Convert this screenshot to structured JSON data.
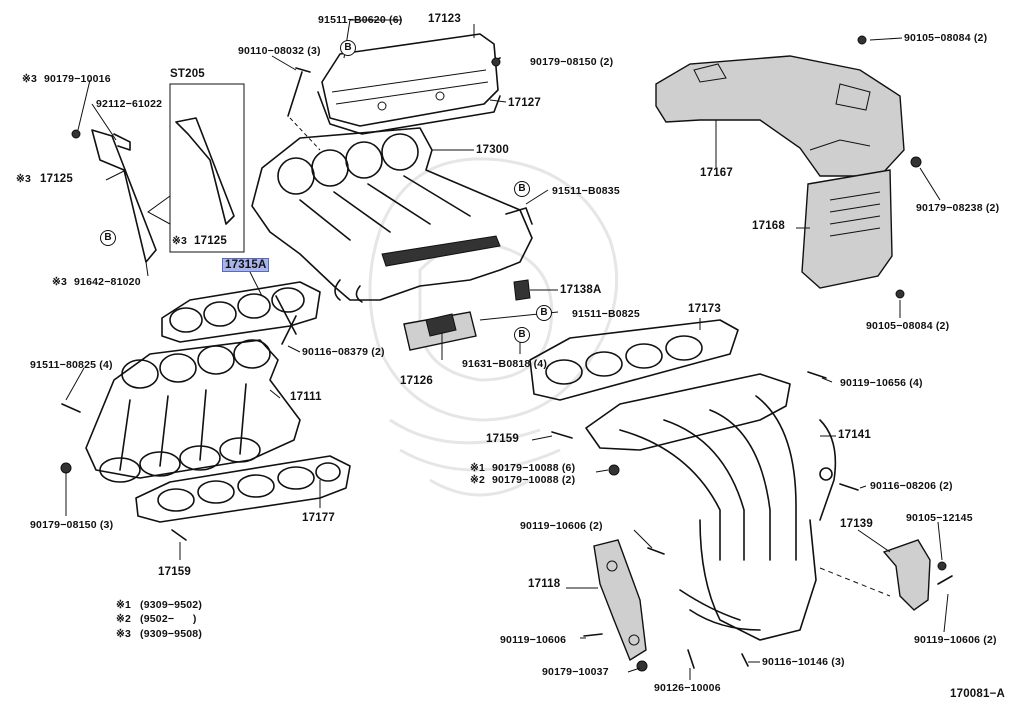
{
  "diagram": {
    "labels": {
      "p91511_b0620": "91511−B0620 (6)",
      "p17123": "17123",
      "p90110_08032": "90110−08032 (3)",
      "p90179_08150_top": "90179−08150 (2)",
      "p17127": "17127",
      "p17300": "17300",
      "p91511_b0835": "91511−B0835",
      "p17138a": "17138A",
      "p91511_b0825_a": "91511−B0825",
      "p17126": "17126",
      "p91631_b0818": "91631−B0818 (4)",
      "p90179_10016": "90179−10016",
      "p92112_61022": "92112−61022",
      "p17125_left": "17125",
      "p91642_81020": "91642−81020",
      "st205": "ST205",
      "p17125_box": "17125",
      "p17315a": "17315A",
      "p90116_08379": "90116−08379 (2)",
      "p91511_80825": "91511−80825 (4)",
      "p17111": "17111",
      "p90179_08150_left": "90179−08150 (3)",
      "p17177": "17177",
      "p17159_left": "17159",
      "p90105_08084_top": "90105−08084 (2)",
      "p17167": "17167",
      "p90179_08238": "90179−08238 (2)",
      "p17168": "17168",
      "p90105_08084_mid": "90105−08084 (2)",
      "p17173": "17173",
      "p90119_10656": "90119−10656 (4)",
      "p17159_right": "17159",
      "p17141": "17141",
      "p90179_10088_a": "90179−10088 (6)",
      "p90179_10088_b": "90179−10088 (2)",
      "p90116_08206": "90116−08206 (2)",
      "p90119_10606_a": "90119−10606 (2)",
      "p17139": "17139",
      "p90105_12145": "90105−12145",
      "p17118": "17118",
      "p90119_10606_b": "90119−10606",
      "p90119_10606_c": "90119−10606 (2)",
      "p90179_10037": "90179−10037",
      "p90126_10006": "90126−10006",
      "p90116_10146": "90116−10146 (3)",
      "footer_code": "170081−A"
    },
    "marks": {
      "m3": "※3",
      "m1": "※1",
      "m2": "※2",
      "b": "B"
    },
    "legend": [
      {
        "mark": "※1",
        "text": "(9309−9502)"
      },
      {
        "mark": "※2",
        "text": "(9502−      )"
      },
      {
        "mark": "※3",
        "text": "(9309−9508)"
      }
    ]
  }
}
